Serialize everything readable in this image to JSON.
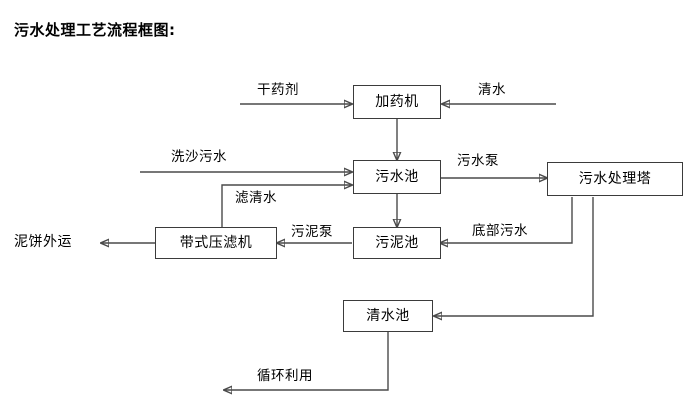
{
  "title": "污水处理工艺流程框图:",
  "diagram": {
    "type": "flowchart",
    "nodes": [
      {
        "id": "dosing_machine",
        "label": "加药机"
      },
      {
        "id": "wastewater_pool",
        "label": "污水池"
      },
      {
        "id": "treatment_tower",
        "label": "污水处理塔"
      },
      {
        "id": "sludge_pool",
        "label": "污泥池"
      },
      {
        "id": "belt_filter_press",
        "label": "带式压滤机"
      },
      {
        "id": "clean_water_pool",
        "label": "清水池"
      }
    ],
    "edge_labels": [
      {
        "id": "dry_chemical",
        "label": "干药剂"
      },
      {
        "id": "clean_water_in",
        "label": "清水"
      },
      {
        "id": "sand_wash_wastewater",
        "label": "洗沙污水"
      },
      {
        "id": "filtered_water",
        "label": "滤清水"
      },
      {
        "id": "wastewater_pump",
        "label": "污水泵"
      },
      {
        "id": "sludge_pump",
        "label": "污泥泵"
      },
      {
        "id": "bottom_wastewater",
        "label": "底部污水"
      },
      {
        "id": "mud_cake_out",
        "label": "泥饼外运"
      },
      {
        "id": "recycle_reuse",
        "label": "循环利用"
      }
    ],
    "colors": {
      "background": "#ffffff",
      "box_border": "#3b3b3b",
      "line": "#4a4a4a",
      "text": "#000000"
    }
  }
}
